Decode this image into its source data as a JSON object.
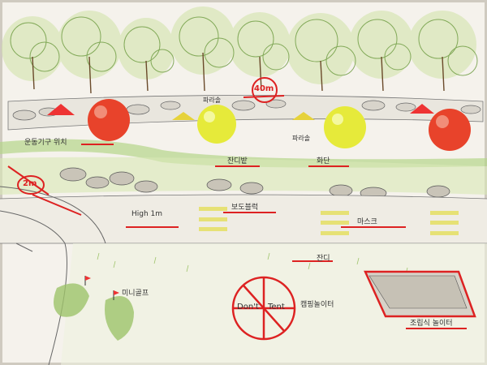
{
  "photo": {
    "subject": "hand-drawn park plan sketch",
    "labels": {
      "distance_top": "40m",
      "distance_left": "2m",
      "left_path": "운동기구 위치",
      "mid_top_left": "잔디밭",
      "mid_top_right": "화단",
      "mid_row_left": "High 1m",
      "mid_row_center": "보도블럭",
      "mid_row_right": "마스크",
      "center_small": "잔디",
      "lower_left": "미니골프",
      "lower_center_a": "Don't",
      "lower_center_b": "Tent",
      "lower_center_c": "캠핑놀이터",
      "lower_right": "조립식 놀이터",
      "tree_label": "파라솔",
      "yellow_label": "파라솔"
    }
  },
  "colors": {
    "paper": "#f4f1ea",
    "red_ball": "#e8432b",
    "yellow_ball": "#e6ea3a",
    "grass": "#9ec36a",
    "pencil_red": "#d22"
  }
}
